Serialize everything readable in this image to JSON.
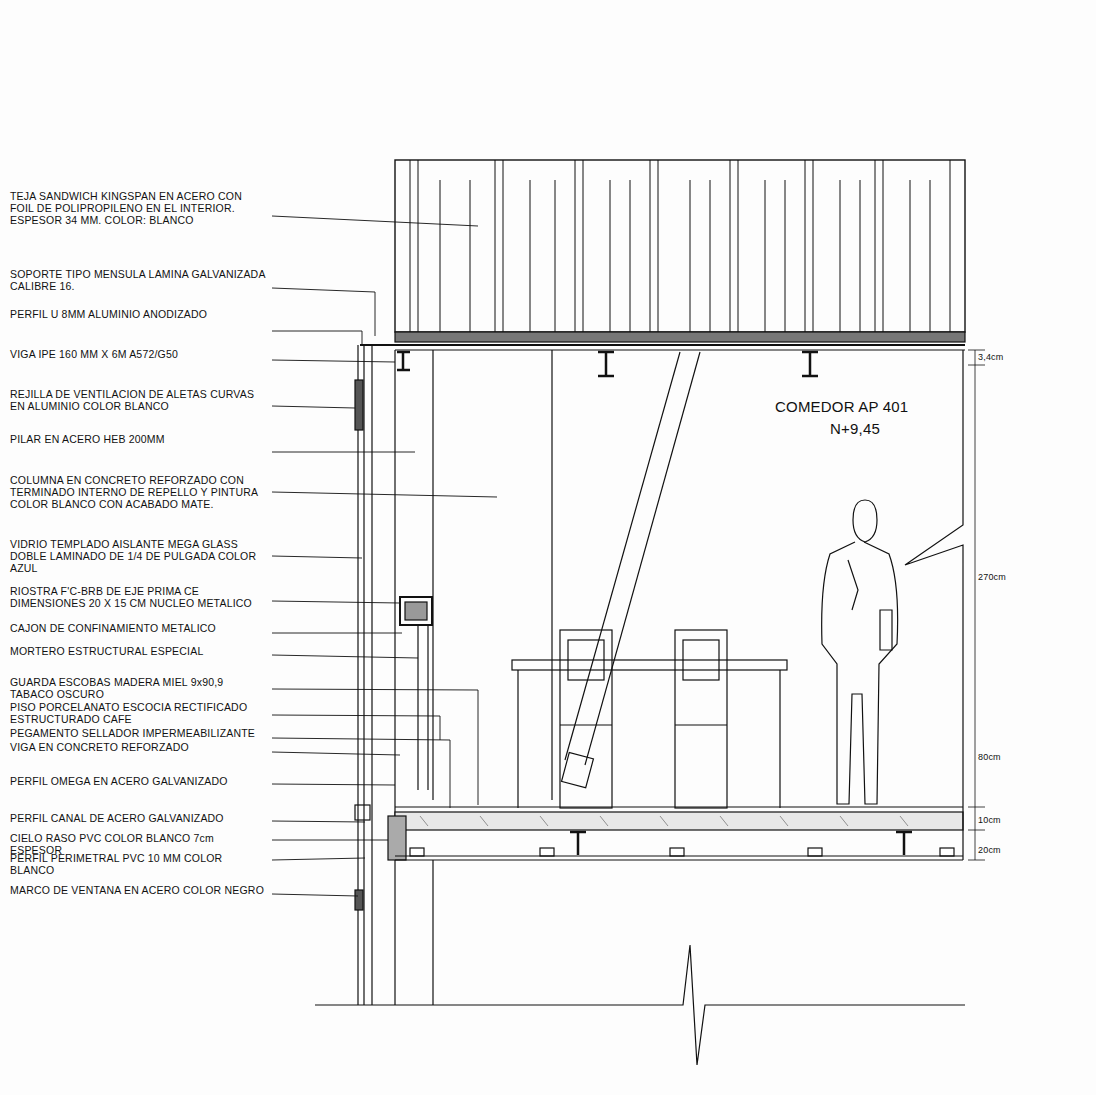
{
  "diagram": {
    "labels": [
      "TEJA SANDWICH KINGSPAN EN ACERO CON FOIL DE POLIPROPILENO EN EL INTERIOR. ESPESOR 34 MM. COLOR: BLANCO",
      "SOPORTE TIPO MENSULA LAMINA GALVANIZADA CALIBRE 16.",
      "PERFIL U 8MM ALUMINIO ANODIZADO",
      "VIGA IPE 160 MM X 6M A572/G50",
      "REJILLA DE VENTILACION DE ALETAS CURVAS EN ALUMINIO COLOR BLANCO",
      "PILAR EN ACERO HEB 200MM",
      "COLUMNA EN CONCRETO REFORZADO CON TERMINADO INTERNO DE REPELLO Y PINTURA COLOR BLANCO CON ACABADO MATE.",
      "VIDRIO TEMPLADO AISLANTE MEGA GLASS DOBLE LAMINADO DE 1/4 DE PULGADA COLOR AZUL",
      "RIOSTRA F'C-BRB DE EJE PRIMA CE DIMENSIONES 20 X 15 CM NUCLEO METALICO",
      "CAJON DE CONFINAMIENTO METALICO",
      "MORTERO ESTRUCTURAL ESPECIAL",
      "GUARDA ESCOBAS MADERA MIEL 9x90,9 TABACO OSCURO",
      "PISO PORCELANATO ESCOCIA RECTIFICADO ESTRUCTURADO CAFE",
      "PEGAMENTO SELLADOR IMPERMEABILIZANTE",
      "VIGA EN CONCRETO REFORZADO",
      "PERFIL OMEGA EN ACERO GALVANIZADO",
      "PERFIL CANAL DE ACERO GALVANIZADO",
      "CIELO RASO PVC COLOR BLANCO 7cm ESPESOR",
      "PERFIL PERIMETRAL PVC 10 MM COLOR BLANCO",
      "MARCO DE VENTANA EN ACERO COLOR NEGRO",
      "COMEDOR AP 401",
      "N+9,45",
      "3,4cm",
      "270cm",
      "80cm",
      "10cm",
      "20cm"
    ]
  }
}
